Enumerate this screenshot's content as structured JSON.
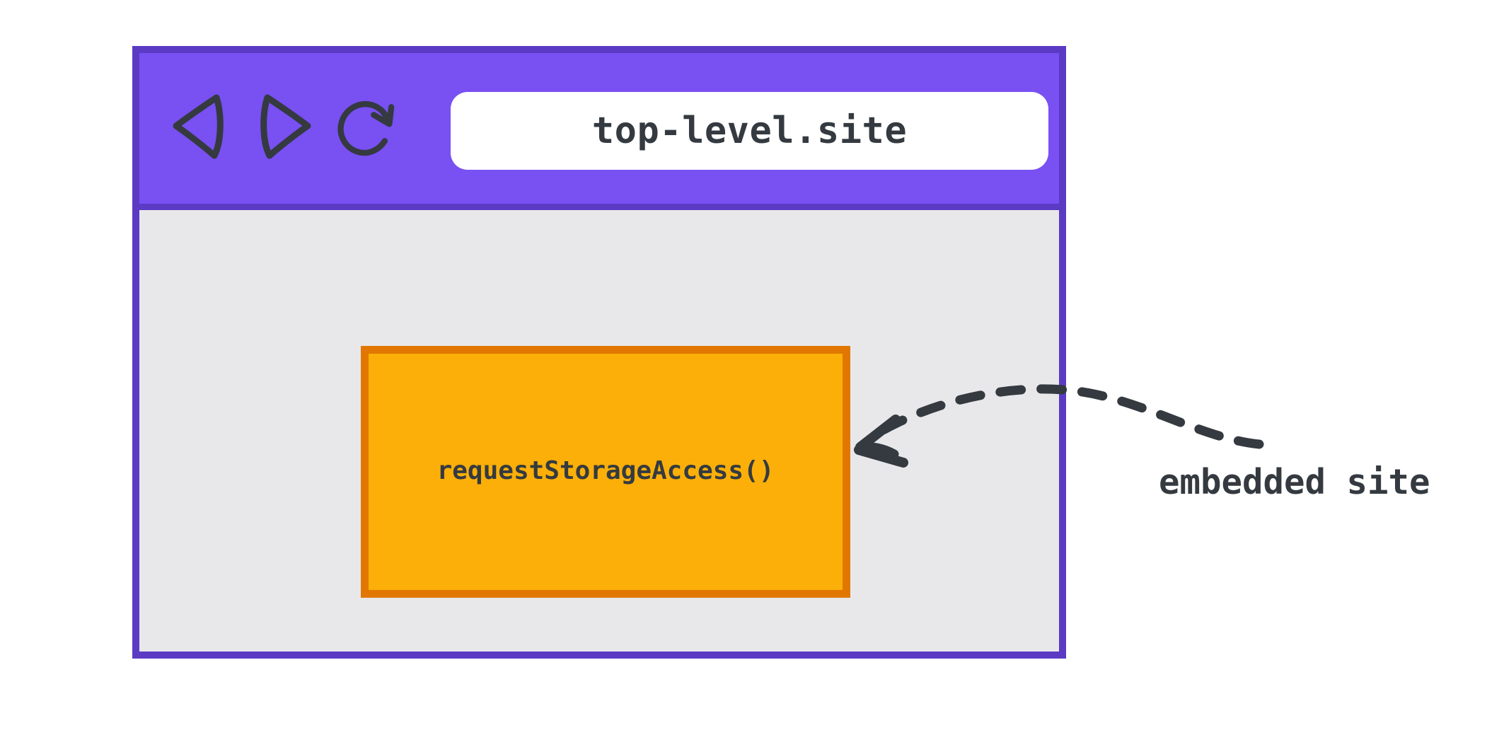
{
  "browser": {
    "name": "browser-window-mock",
    "url_bar": {
      "value": "top-level.site",
      "placeholder": "Enter address"
    },
    "nav": {
      "back_label": "Back",
      "forward_label": "Forward",
      "reload_label": "Reload"
    },
    "icons": {
      "back": "back-triangle-icon",
      "forward": "forward-triangle-icon",
      "reload": "reload-circular-arrow-icon"
    }
  },
  "embedded": {
    "label": "requestStorageAccess()"
  },
  "annotation": {
    "label": "embedded site",
    "arrow": "dashed-curved-arrow"
  },
  "colors": {
    "toolbar_purple": "#7950f2",
    "frame_purple": "#5b3bc4",
    "content_gray": "#e8e8ea",
    "embedded_fill": "#fbaf08",
    "embedded_border": "#e17700",
    "ink": "#343a40",
    "url_bg": "#ffffff",
    "page_bg": "#ffffff"
  }
}
